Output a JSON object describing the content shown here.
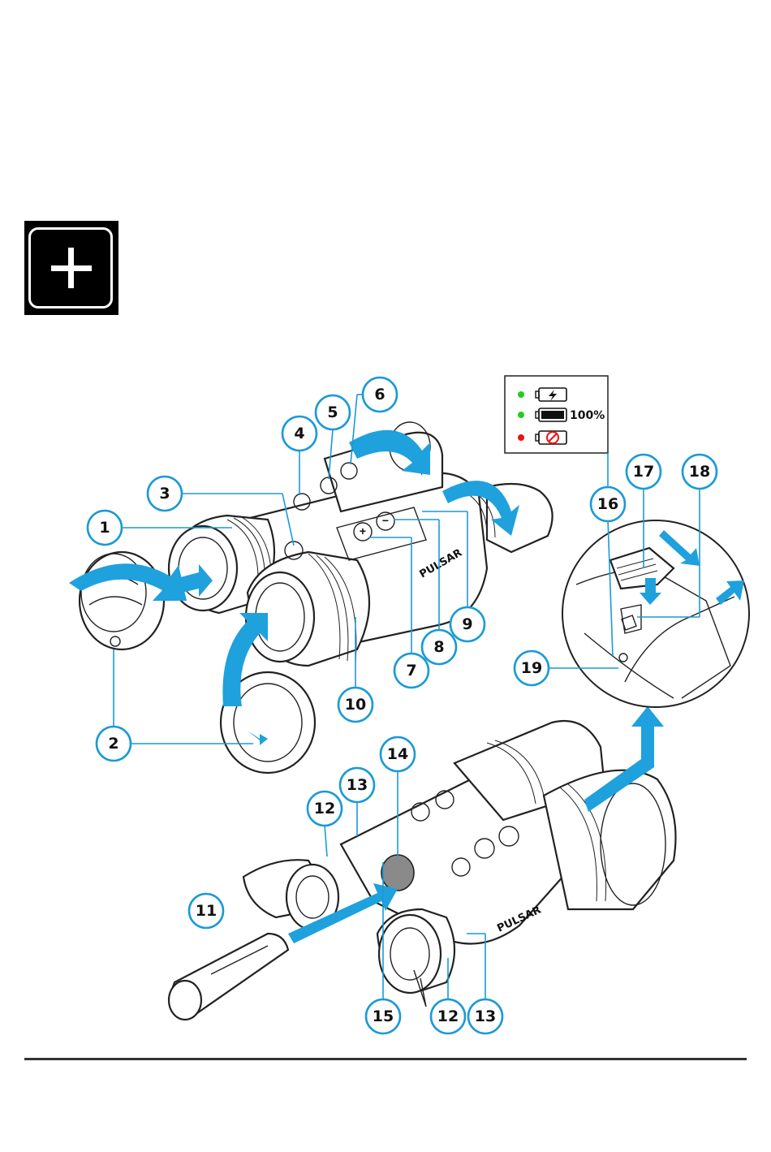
{
  "badge": {
    "icon": "plus-icon"
  },
  "legend": {
    "rows": [
      {
        "icon": "battery-charging-icon",
        "dot_color": "#22cc22",
        "label": ""
      },
      {
        "icon": "battery-full-icon",
        "dot_color": "#22cc22",
        "label": "100%"
      },
      {
        "icon": "battery-fault-icon",
        "dot_color": "#ee1111",
        "label": ""
      }
    ]
  },
  "brand": {
    "text_top": "PULSAR",
    "text_bottom": "PULSAR"
  },
  "callouts": [
    "1",
    "2",
    "3",
    "4",
    "5",
    "6",
    "7",
    "8",
    "9",
    "10",
    "11",
    "12",
    "13",
    "14",
    "15",
    "16",
    "17",
    "18",
    "19",
    "12b",
    "13b"
  ],
  "callout_labels": {
    "c1": "1",
    "c2": "2",
    "c3": "3",
    "c4": "4",
    "c5": "5",
    "c6": "6",
    "c7": "7",
    "c8": "8",
    "c9": "9",
    "c10": "10",
    "c11": "11",
    "c12": "12",
    "c13": "13",
    "c14": "14",
    "c15": "15",
    "c16": "16",
    "c17": "17",
    "c18": "18",
    "c19": "19",
    "c12b": "12",
    "c13b": "13"
  },
  "colors": {
    "accent": "#1a9ad6",
    "arrow": "#1ea1dd",
    "line": "#222222"
  }
}
